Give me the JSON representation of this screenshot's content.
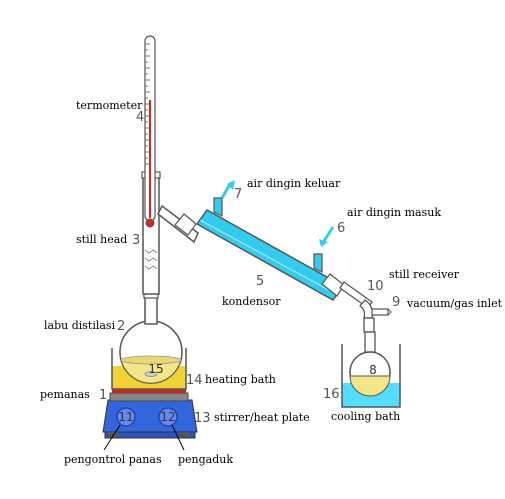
{
  "labels": {
    "thermometer": "termometer",
    "still_head": "still head",
    "flask": "labu distilasi",
    "heater": "pemanas",
    "heat_control": "pengontrol panas",
    "stirrer": "pengaduk",
    "heating_bath": "heating bath",
    "stirrer_plate": "stirrer/heat plate",
    "condenser": "kondensor",
    "water_out": "air dingin keluar",
    "water_in": "air dingin masuk",
    "receiver": "still receiver",
    "vacuum_inlet": "vacuum/gas inlet",
    "cooling_bath": "cooling bath"
  },
  "numbers": {
    "n1": "1",
    "n2": "2",
    "n3": "3",
    "n4": "4",
    "n5": "5",
    "n6": "6",
    "n7": "7",
    "n8": "8",
    "n9": "9",
    "n10": "10",
    "n11": "11",
    "n12": "12",
    "n13": "13",
    "n14": "14",
    "n15": "15",
    "n16": "16"
  },
  "colors": {
    "glass_stroke": "#555555",
    "condenser_jacket": "#33ccee",
    "water_arrow": "#33ccee",
    "heating_bath": "#f0d233",
    "flask_liquid": "#f3e68a",
    "cooling_bath": "#55ddff",
    "receiver_liquid": "#f3e68a",
    "hot_plate": "#cc2222",
    "stirrer_base": "#3366dd",
    "thermometer_mercury": "#dd2222"
  }
}
